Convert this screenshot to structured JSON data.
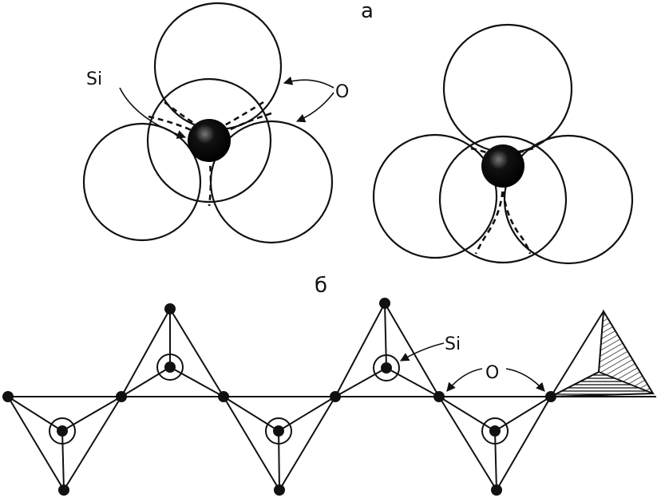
{
  "part_a": {
    "label": "а",
    "si_label": "Si",
    "o_label": "O"
  },
  "part_b": {
    "label": "б",
    "si_label": "Si",
    "o_label": "O"
  },
  "colors": {
    "ink": "#111111",
    "background": "#ffffff"
  }
}
